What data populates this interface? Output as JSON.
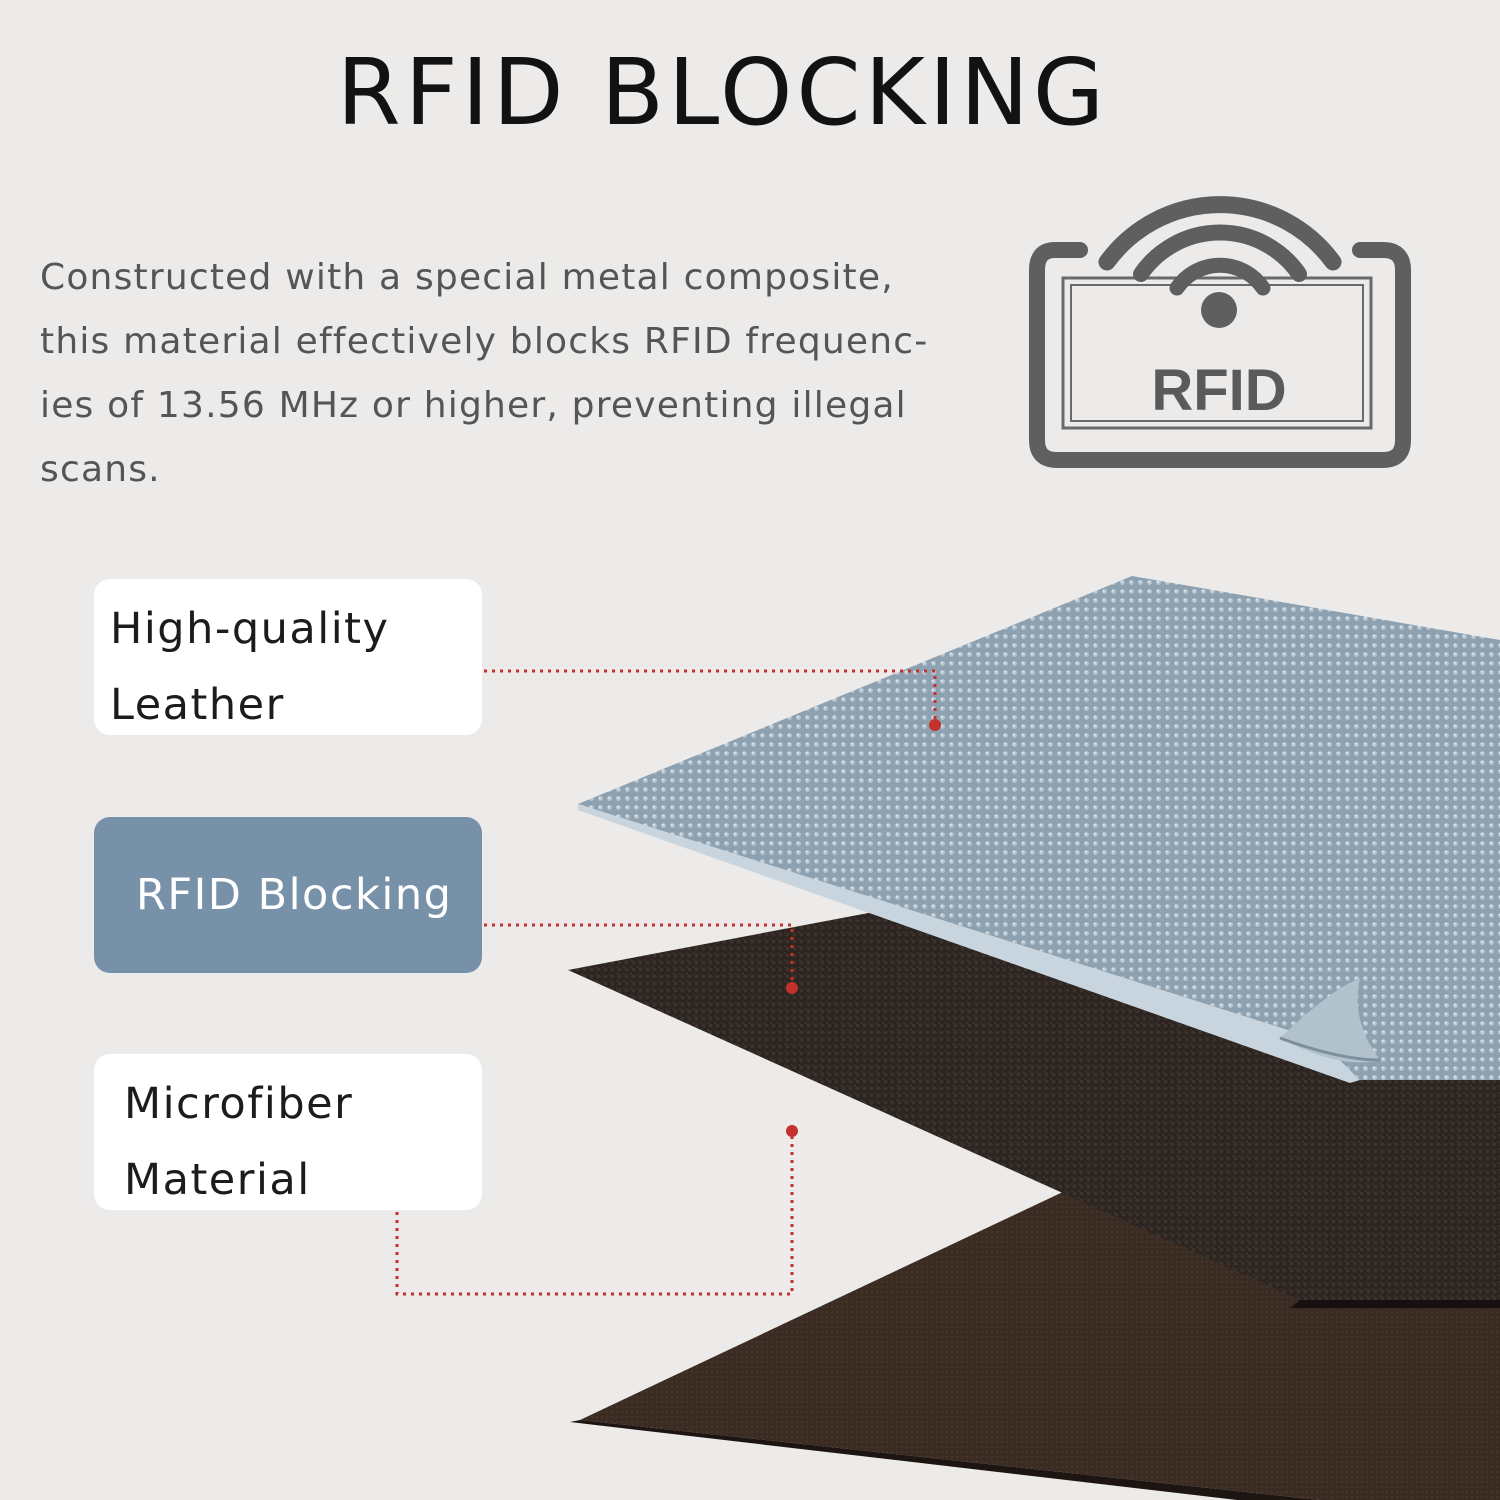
{
  "title": "RFID BLOCKING",
  "description": {
    "lines": [
      "Constructed with a special metal composite,",
      "this material effectively blocks RFID frequenc-",
      "ies of 13.56 MHz or higher, preventing illegal",
      "scans."
    ]
  },
  "rfid_icon": {
    "label": "RFID",
    "icon": "rfid-signal-card-icon",
    "color": "#5f5f5f"
  },
  "layers": [
    {
      "lines": [
        "High-quality",
        "Leather"
      ],
      "style": "white"
    },
    {
      "lines": [
        "RFID Blocking"
      ],
      "style": "accent"
    },
    {
      "lines": [
        "Microfiber",
        "Material"
      ],
      "style": "white"
    }
  ],
  "colors": {
    "background": "#ecebea",
    "accent": "#7791a8",
    "connector": "#c4302b",
    "top_layer": "#8fa3b2",
    "middle_layer": "#2d2622",
    "bottom_layer": "#3a2a22"
  }
}
